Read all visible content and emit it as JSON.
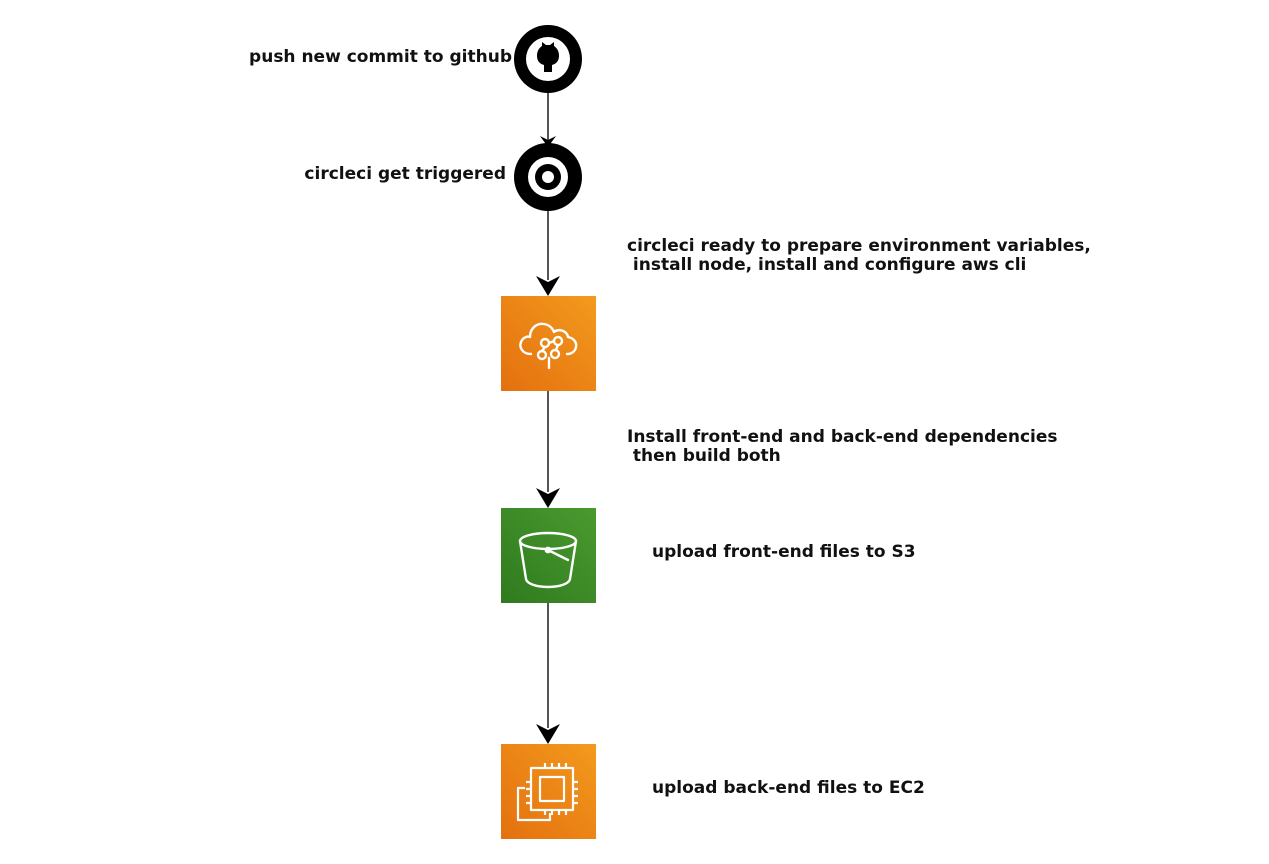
{
  "steps": [
    {
      "label": "push new commit to github",
      "icon": "github-icon",
      "color": "#000000"
    },
    {
      "label": "circleci get triggered",
      "icon": "circleci-icon",
      "color": "#000000"
    },
    {
      "label": "circleci ready to prepare environment variables,\n install node, install and configure aws cli",
      "icon": "aws-codebuild-icon",
      "color": "#e87a13"
    },
    {
      "label": "Install front-end and back-end dependencies\n then build both",
      "icon": "aws-s3-bucket-icon",
      "color": "#3c8a27"
    },
    {
      "label": "upload front-end files to S3",
      "icon": null,
      "color": null
    },
    {
      "label": "upload back-end files to EC2",
      "icon": "aws-ec2-icon",
      "color": "#e87a13"
    }
  ],
  "colors": {
    "connector": "#555555",
    "arrowhead": "#000000"
  }
}
